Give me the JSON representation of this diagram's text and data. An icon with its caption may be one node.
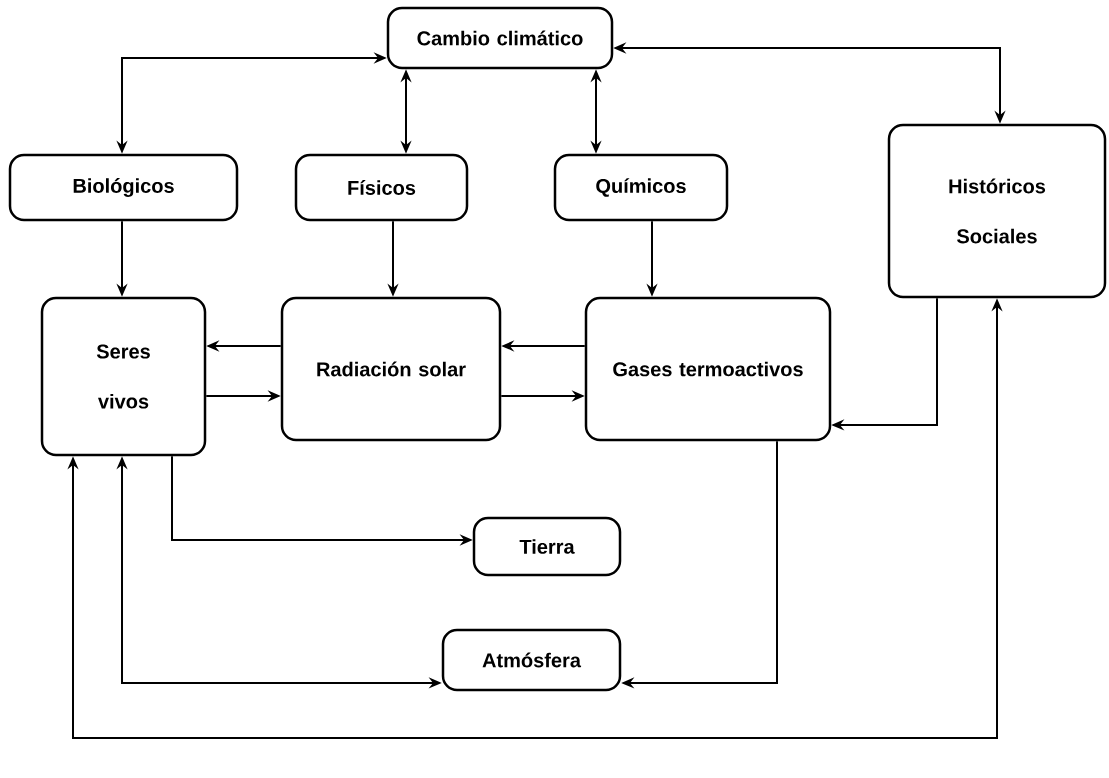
{
  "diagram": {
    "nodes": [
      {
        "text": [
          "Cambio climático"
        ]
      },
      {
        "text": [
          "Biológicos"
        ]
      },
      {
        "text": [
          "Físicos"
        ]
      },
      {
        "text": [
          "Químicos"
        ]
      },
      {
        "text": [
          "Históricos Sociales"
        ]
      },
      {
        "text": [
          "Seres vivos"
        ]
      },
      {
        "text": [
          "Radiación solar"
        ]
      },
      {
        "text": [
          "Gases termoactivos"
        ]
      },
      {
        "text": [
          "Tierra"
        ]
      },
      {
        "text": [
          "Atmósfera"
        ]
      }
    ],
    "edges": [
      {
        "from": 0,
        "to": 1,
        "arrow": "both"
      },
      {
        "from": 0,
        "to": 2,
        "arrow": "both"
      },
      {
        "from": 0,
        "to": 3,
        "arrow": "both"
      },
      {
        "from": 0,
        "to": 4,
        "arrow": "both"
      },
      {
        "from": 1,
        "to": 5,
        "arrow": "to"
      },
      {
        "from": 2,
        "to": 6,
        "arrow": "to"
      },
      {
        "from": 3,
        "to": 7,
        "arrow": "to"
      },
      {
        "from": 6,
        "to": 5,
        "arrow": "to"
      },
      {
        "from": 5,
        "to": 6,
        "arrow": "to"
      },
      {
        "from": 7,
        "to": 6,
        "arrow": "to"
      },
      {
        "from": 6,
        "to": 7,
        "arrow": "to"
      },
      {
        "from": 4,
        "to": 7,
        "arrow": "to"
      },
      {
        "from": 5,
        "to": 8,
        "arrow": "to"
      },
      {
        "from": 5,
        "to": 9,
        "arrow": "both"
      },
      {
        "from": 7,
        "to": 9,
        "arrow": "to"
      },
      {
        "from": 5,
        "to": 4,
        "arrow": "both"
      }
    ]
  }
}
